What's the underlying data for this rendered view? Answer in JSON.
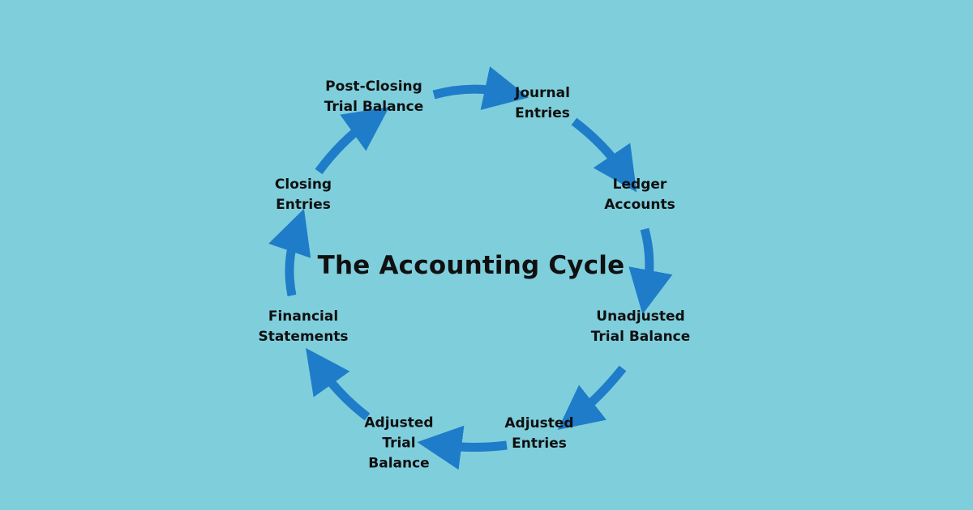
{
  "diagram": {
    "title": "The Accounting Cycle",
    "steps": [
      {
        "lines": [
          "Journal",
          "Entries"
        ]
      },
      {
        "lines": [
          "Ledger",
          "Accounts"
        ]
      },
      {
        "lines": [
          "Unadjusted",
          "Trial Balance"
        ]
      },
      {
        "lines": [
          "Adjusted",
          "Entries"
        ]
      },
      {
        "lines": [
          "Adjusted",
          "Trial",
          "Balance"
        ]
      },
      {
        "lines": [
          "Financial",
          "Statements"
        ]
      },
      {
        "lines": [
          "Closing",
          "Entries"
        ]
      },
      {
        "lines": [
          "Post-Closing",
          "Trial Balance"
        ]
      }
    ],
    "colors": {
      "background": "#7fcedc",
      "arrow": "#1f7cc8",
      "text": "#101010"
    }
  }
}
